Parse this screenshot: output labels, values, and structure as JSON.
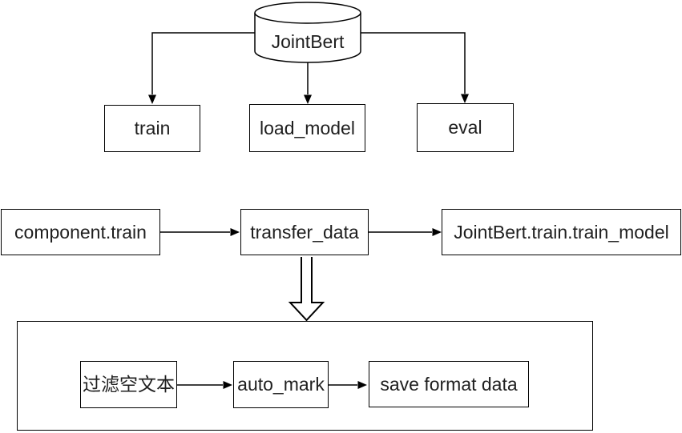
{
  "diagram": {
    "background": "#ffffff",
    "stroke_color": "#000000",
    "text_color": "#1f1f1f",
    "cylinder": {
      "label": "JointBert",
      "shape": "cylinder"
    },
    "row1": [
      {
        "label": "train"
      },
      {
        "label": "load_model"
      },
      {
        "label": "eval"
      }
    ],
    "row2": [
      {
        "label": "component.train"
      },
      {
        "label": "transfer_data"
      },
      {
        "label": "JointBert.train.train_model"
      }
    ],
    "pipeline": [
      {
        "label": "过滤空文本"
      },
      {
        "label": "auto_mark"
      },
      {
        "label": "save format data"
      }
    ],
    "edges": [
      {
        "from": "JointBert",
        "to": "train",
        "style": "arrow"
      },
      {
        "from": "JointBert",
        "to": "load_model",
        "style": "arrow"
      },
      {
        "from": "JointBert",
        "to": "eval",
        "style": "arrow"
      },
      {
        "from": "component.train",
        "to": "transfer_data",
        "style": "arrow"
      },
      {
        "from": "transfer_data",
        "to": "JointBert.train.train_model",
        "style": "arrow"
      },
      {
        "from": "transfer_data",
        "to": "pipeline-container",
        "style": "block-arrow"
      },
      {
        "from": "过滤空文本",
        "to": "auto_mark",
        "style": "arrow"
      },
      {
        "from": "auto_mark",
        "to": "save format data",
        "style": "arrow"
      }
    ]
  }
}
